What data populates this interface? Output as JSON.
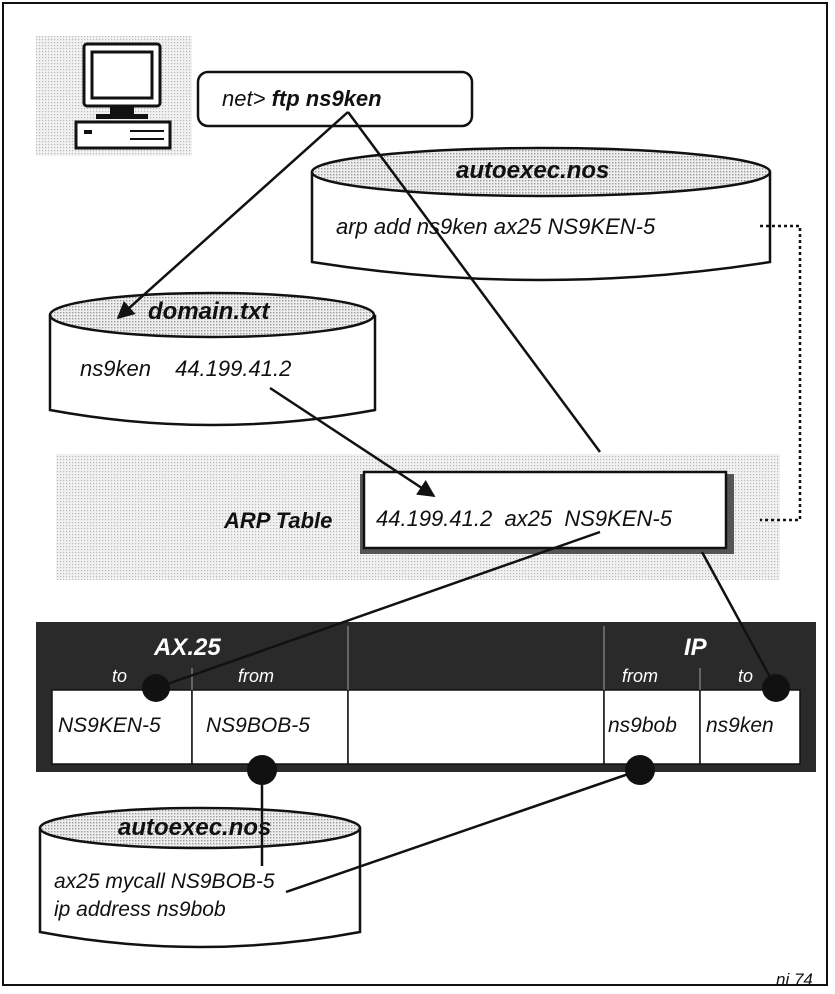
{
  "command": {
    "prompt": "net>",
    "cmd": "ftp",
    "host": "ns9ken"
  },
  "autoexec_top": {
    "title": "autoexec.nos",
    "line": "arp add ns9ken ax25 NS9KEN-5"
  },
  "domain": {
    "title": "domain.txt",
    "name": "ns9ken",
    "ip": "44.199.41.2"
  },
  "arp": {
    "label": "ARP Table",
    "entry": "44.199.41.2  ax25  NS9KEN-5"
  },
  "packet": {
    "ax25_label": "AX.25",
    "ip_label": "IP",
    "to_label": "to",
    "from_label": "from",
    "ax25_to": "NS9KEN-5",
    "ax25_from": "NS9BOB-5",
    "ip_from": "ns9bob",
    "ip_to": "ns9ken"
  },
  "autoexec_bottom": {
    "title": "autoexec.nos",
    "line1": "ax25 mycall NS9BOB-5",
    "line2": "ip address ns9bob"
  },
  "figure_ref": "ni 74",
  "colors": {
    "ink": "#111111",
    "packet_dark": "#2a2a2a",
    "shade": "#d4d4d4"
  },
  "icons": {
    "computer": "computer-icon"
  }
}
